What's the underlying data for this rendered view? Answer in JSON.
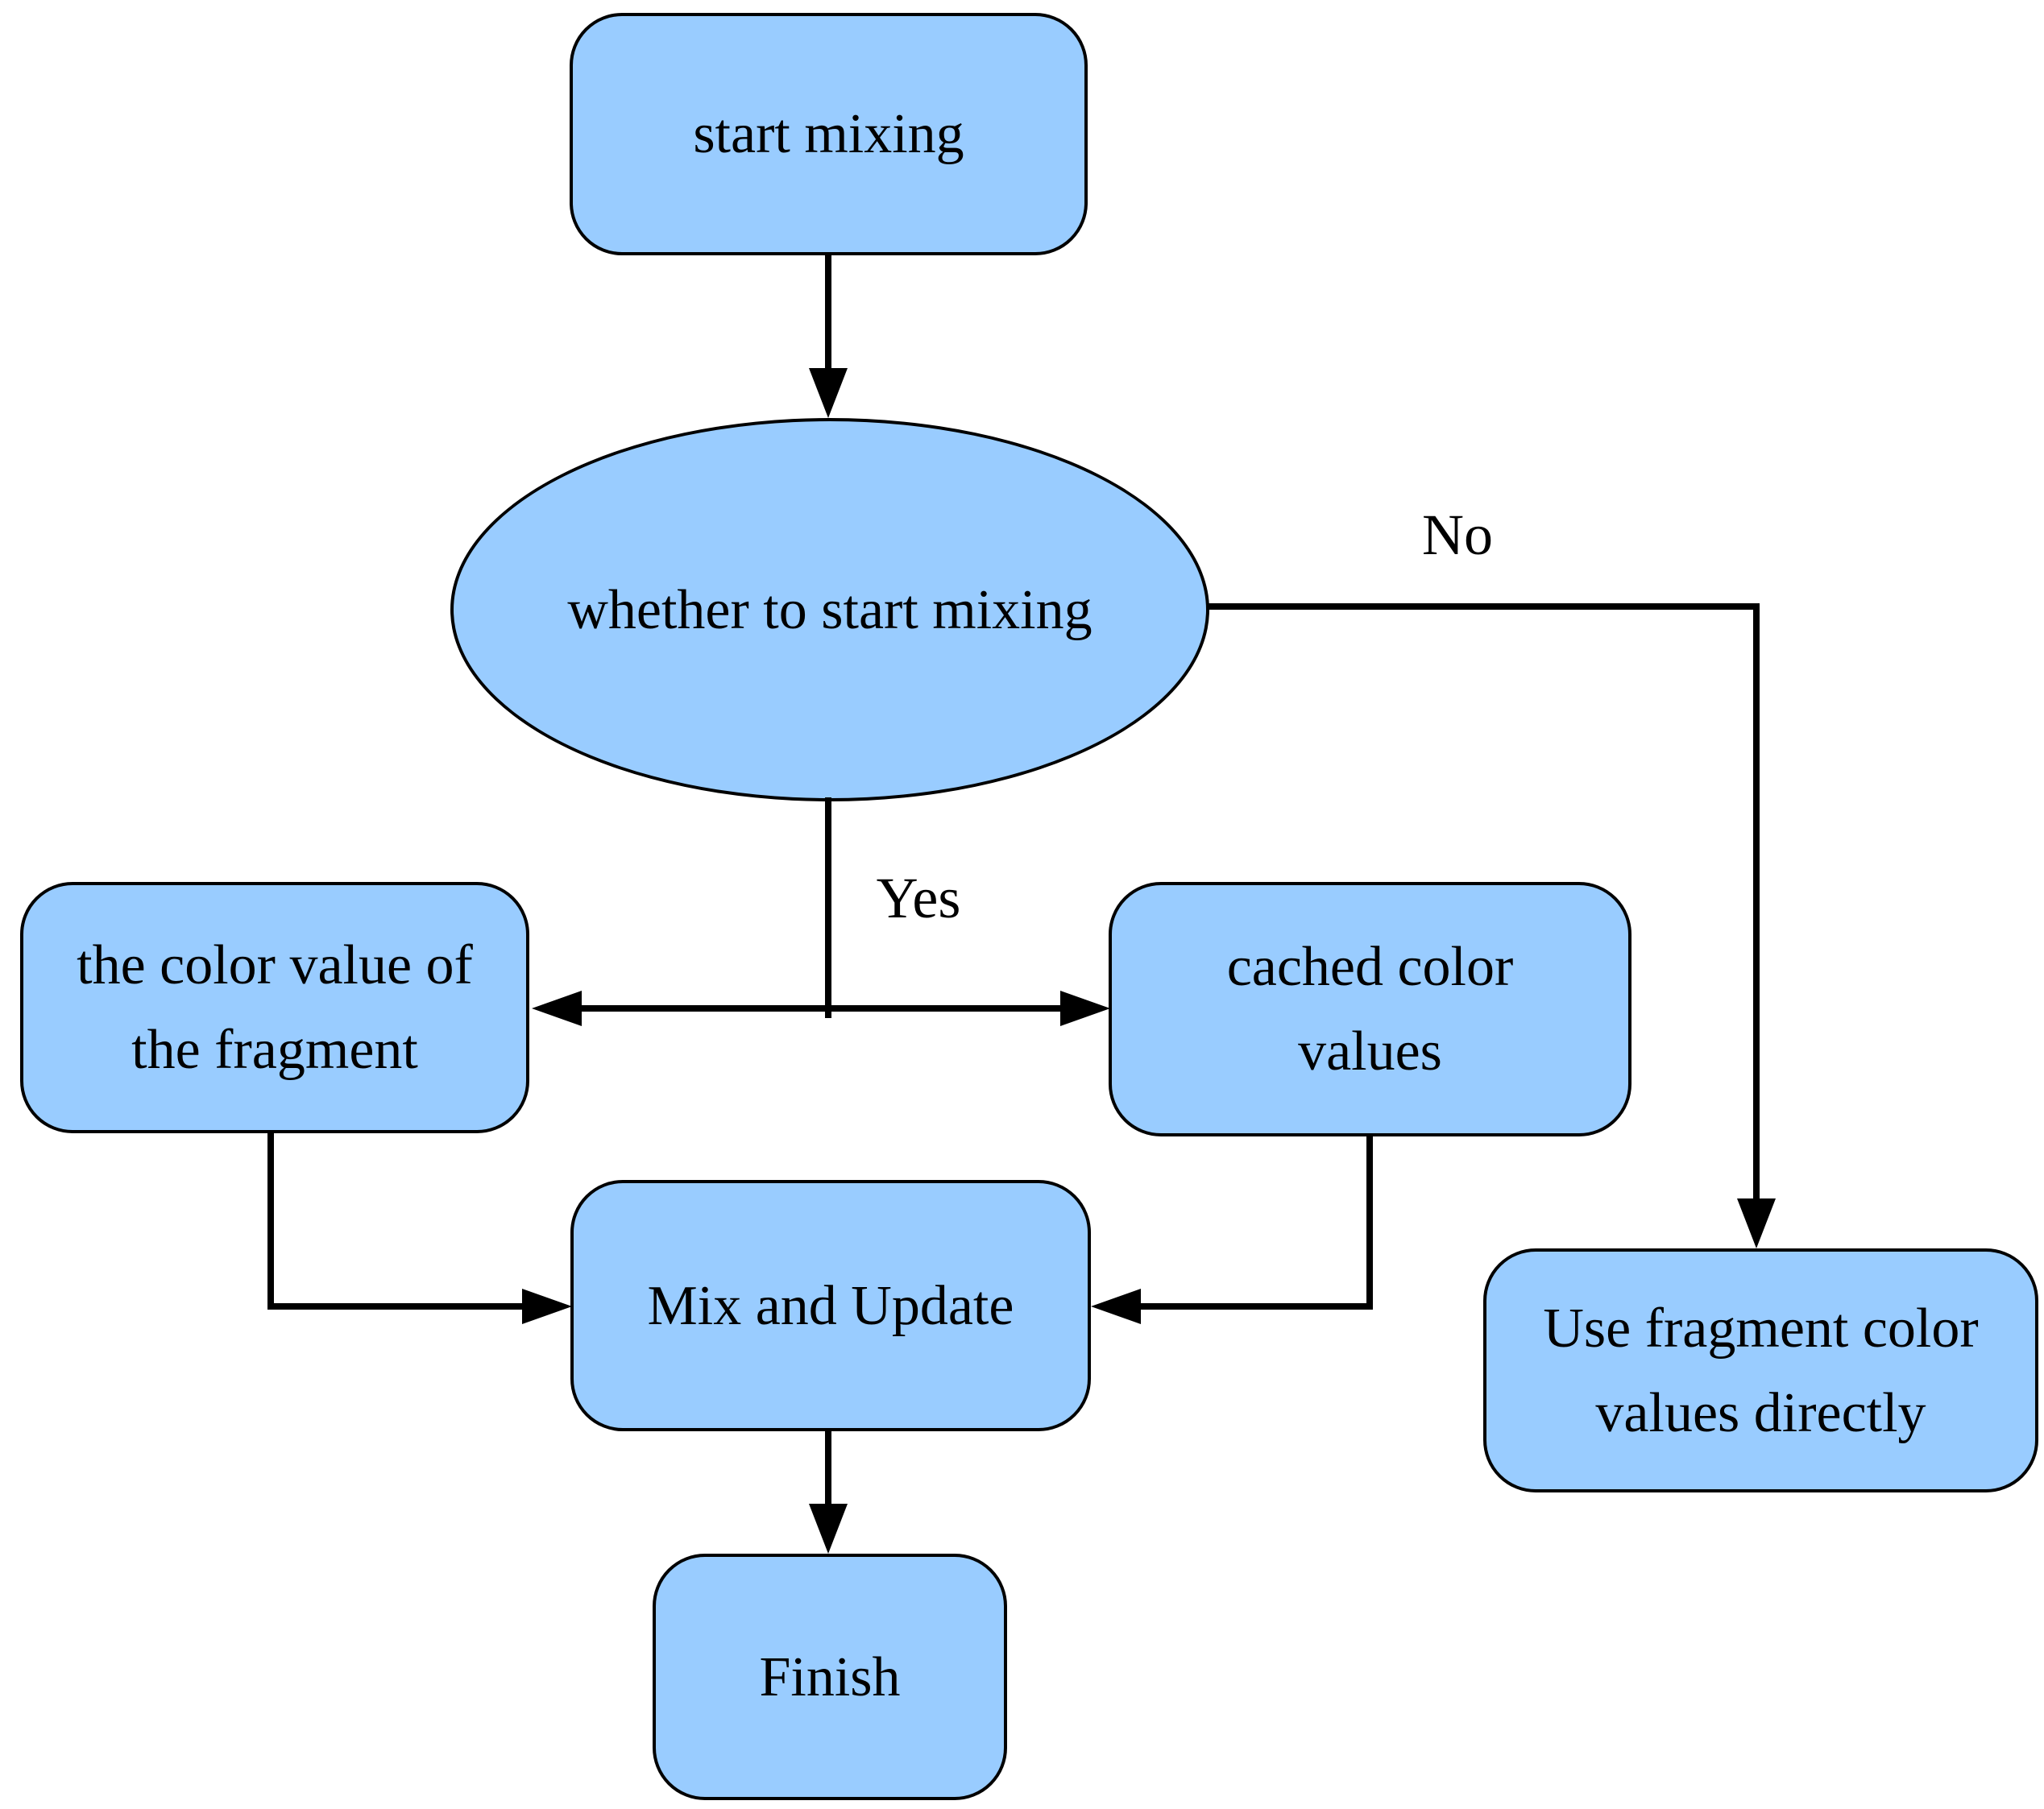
{
  "colors": {
    "background": "#ffffff",
    "node_fill": "#99ccff",
    "node_border": "#000000",
    "line": "#000000",
    "text": "#000000"
  },
  "nodes": {
    "start": {
      "shape": "rounded-rect",
      "label": "start mixing"
    },
    "decision": {
      "shape": "ellipse",
      "label": "whether to start mixing"
    },
    "fragment_color": {
      "shape": "rounded-rect",
      "label": "the color value of\nthe fragment"
    },
    "cached_color": {
      "shape": "rounded-rect",
      "label": "cached color\nvalues"
    },
    "mix_update": {
      "shape": "rounded-rect",
      "label": "Mix and Update"
    },
    "use_fragment": {
      "shape": "rounded-rect",
      "label": "Use fragment color\nvalues directly"
    },
    "finish": {
      "shape": "rounded-rect",
      "label": "Finish"
    }
  },
  "edge_labels": {
    "yes": "Yes",
    "no": "No"
  },
  "edges": [
    {
      "from": "start",
      "to": "decision",
      "label": ""
    },
    {
      "from": "decision",
      "to": "fragment_color",
      "label": "Yes"
    },
    {
      "from": "decision",
      "to": "cached_color",
      "label": "Yes"
    },
    {
      "from": "decision",
      "to": "use_fragment",
      "label": "No"
    },
    {
      "from": "fragment_color",
      "to": "mix_update",
      "label": ""
    },
    {
      "from": "cached_color",
      "to": "mix_update",
      "label": ""
    },
    {
      "from": "mix_update",
      "to": "finish",
      "label": ""
    }
  ]
}
